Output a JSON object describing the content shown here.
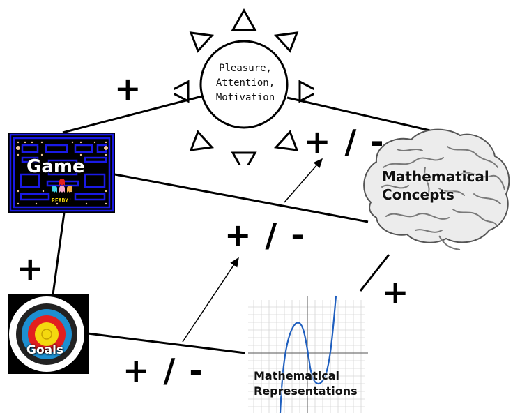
{
  "sun": {
    "label_lines": [
      "Pleasure,",
      "Attention,",
      "Motivation"
    ]
  },
  "game": {
    "label": "Game",
    "ready_text": "READY!"
  },
  "goals": {
    "label": "Goals"
  },
  "brain": {
    "label_lines": [
      "Mathematical",
      "Concepts"
    ]
  },
  "representation": {
    "label_lines": [
      "Mathematical",
      "Representations"
    ]
  },
  "signs": {
    "game_sun": "+",
    "sun_brain": "+ / -",
    "game_goals": "+",
    "middle": "+ / -",
    "goals_rep": "+ / -",
    "rep_brain": "+"
  },
  "colors": {
    "maze_bg": "#000000",
    "maze_wall": "#1a1ae6",
    "dot": "#f0c8a0",
    "target_red": "#e21f1f",
    "target_yellow": "#f4d90f",
    "target_blue": "#1d8fd1",
    "curve": "#1f5fbf"
  }
}
